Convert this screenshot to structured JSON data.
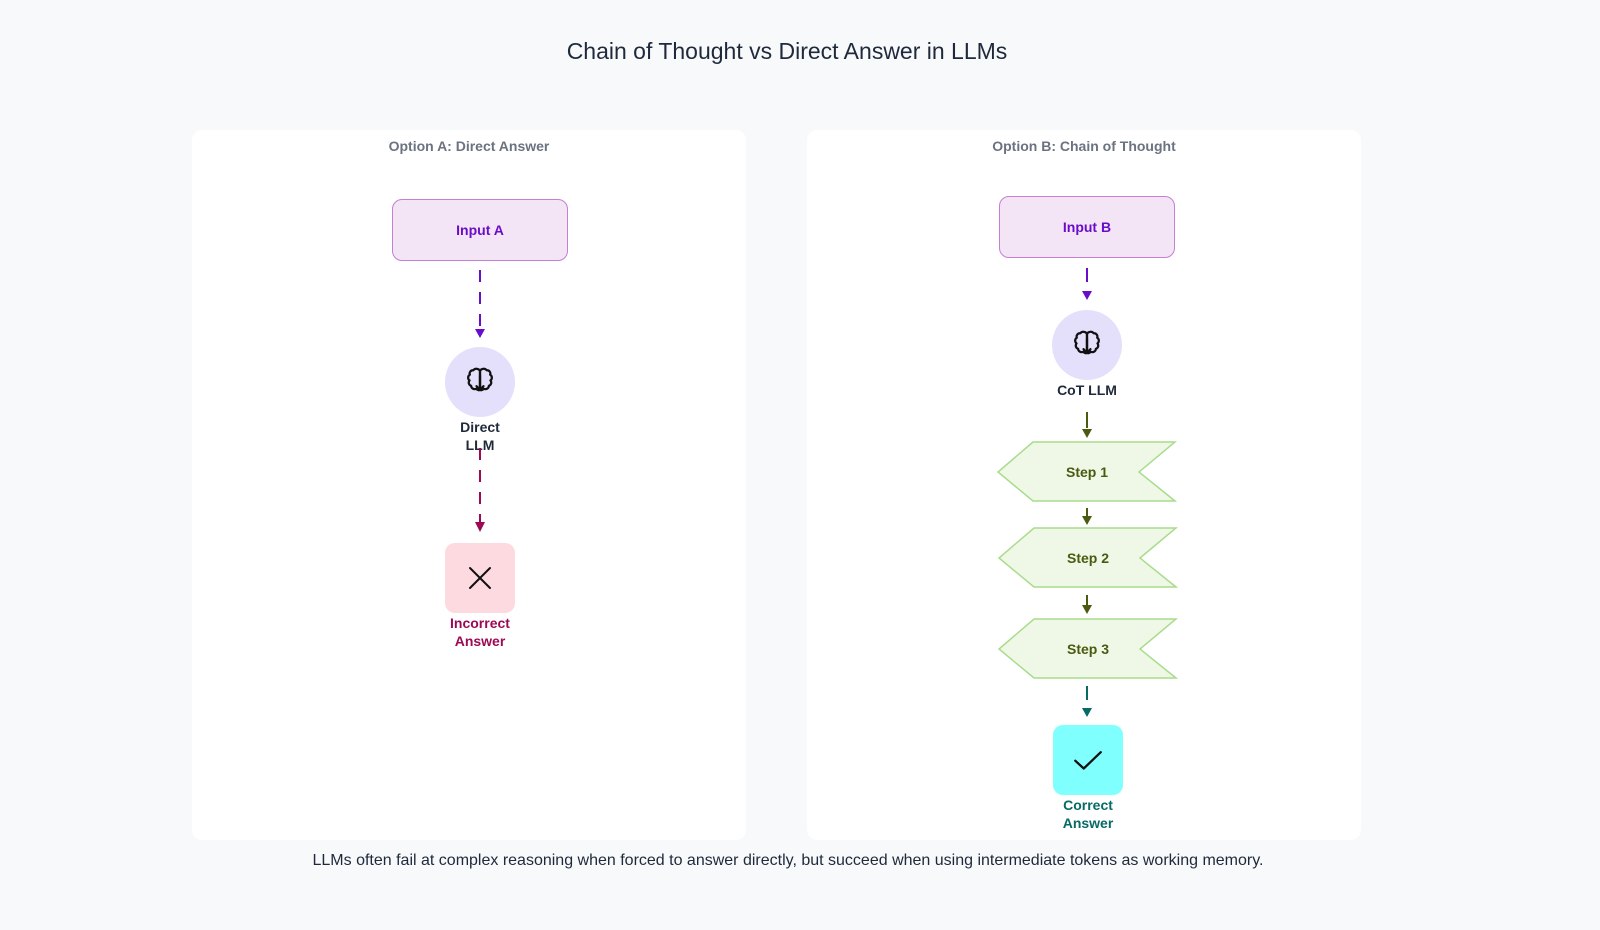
{
  "title": "Chain of Thought vs Direct Answer in LLMs",
  "caption": "LLMs often fail at complex reasoning when forced to answer directly, but succeed when using intermediate tokens as working memory.",
  "colors": {
    "input_fill": "#f3e5f5",
    "input_border": "#c47fd6",
    "input_text": "#6a0dc8",
    "llm_fill": "#e4e0fb",
    "step_fill": "#eff7e6",
    "step_border": "#a8dc8c",
    "step_text": "#4a5a10",
    "incorrect_fill": "#fdd9e0",
    "incorrect_text": "#9c0a55",
    "correct_fill": "#80ffff",
    "correct_text": "#066a66"
  },
  "option_a": {
    "label": "Option A: Direct Answer",
    "input": "Input A",
    "llm_icon": "brain-icon",
    "llm_label_line1": "Direct",
    "llm_label_line2": "LLM",
    "result_icon": "x-icon",
    "result_label_line1": "Incorrect",
    "result_label_line2": "Answer"
  },
  "option_b": {
    "label": "Option B: Chain of Thought",
    "input": "Input B",
    "llm_icon": "brain-icon",
    "llm_label": "CoT LLM",
    "steps": [
      "Step 1",
      "Step 2",
      "Step 3"
    ],
    "result_icon": "check-icon",
    "result_label_line1": "Correct",
    "result_label_line2": "Answer"
  }
}
